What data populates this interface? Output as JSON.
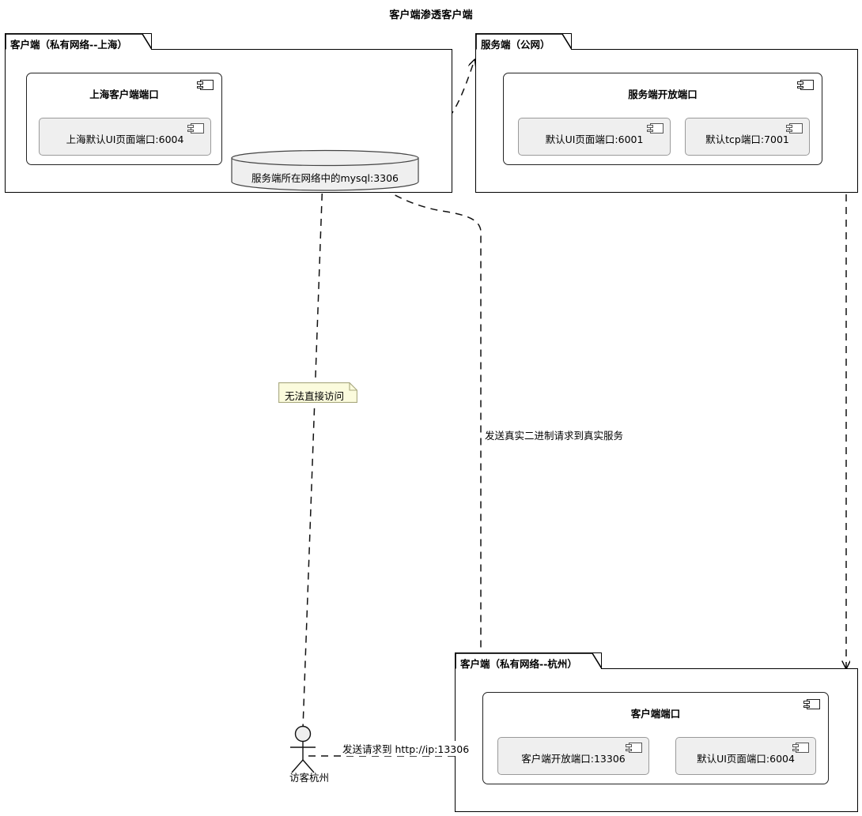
{
  "diagram": {
    "title": "客户端渗透客户端",
    "type": "uml-deployment-diagram",
    "colors": {
      "background": "#ffffff",
      "stroke": "#000000",
      "component_fill": "#ffffff",
      "port_fill": "#efefef",
      "db_fill": "#efefef",
      "note_fill": "#fbfbdd",
      "note_border": "#a9a980"
    }
  },
  "packages": [
    {
      "id": "client-shanghai",
      "label": "客户端（私有网络--上海）",
      "component": {
        "title": "上海客户端端口",
        "icon": "component-icon",
        "ports": [
          {
            "label": "上海默认UI页面端口:6004",
            "icon": "component-icon"
          }
        ]
      }
    },
    {
      "id": "server-public",
      "label": "服务端（公网）",
      "component": {
        "title": "服务端开放端口",
        "icon": "component-icon",
        "ports": [
          {
            "label": "默认UI页面端口:6001",
            "icon": "component-icon"
          },
          {
            "label": "默认tcp端口:7001",
            "icon": "component-icon"
          }
        ]
      }
    },
    {
      "id": "client-hangzhou",
      "label": "客户端（私有网络--杭州）",
      "component": {
        "title": "客户端端口",
        "icon": "component-icon",
        "ports": [
          {
            "label": "客户端开放端口:13306",
            "icon": "component-icon"
          },
          {
            "label": "默认UI页面端口:6004",
            "icon": "component-icon"
          }
        ]
      }
    }
  ],
  "database": {
    "label": "服务端所在网络中的mysql:3306",
    "icon": "database-cylinder-icon"
  },
  "note": {
    "label": "无法直接访问",
    "icon": "note-folded-corner-icon"
  },
  "actor": {
    "label": "访客杭州",
    "icon": "actor-stick-figure-icon"
  },
  "edges": [
    {
      "id": "edge-actor-to-hangzhou-port",
      "label": "发送请求到 http://ip:13306",
      "style": "dashed",
      "arrow": "open"
    },
    {
      "id": "edge-server-to-real-service",
      "label": "发送真实二进制请求到真实服务",
      "style": "dashed",
      "arrow": "open"
    },
    {
      "id": "edge-mysql-to-server",
      "label": "",
      "style": "dashed",
      "arrow": "open"
    },
    {
      "id": "edge-server-down-to-hangzhou",
      "label": "",
      "style": "dashed",
      "arrow": "open"
    },
    {
      "id": "edge-hangzhou-to-mysql",
      "label": "",
      "style": "dashed",
      "arrow": "open"
    },
    {
      "id": "edge-actor-to-mysql",
      "label": "",
      "style": "dashed",
      "arrow": "none"
    }
  ]
}
